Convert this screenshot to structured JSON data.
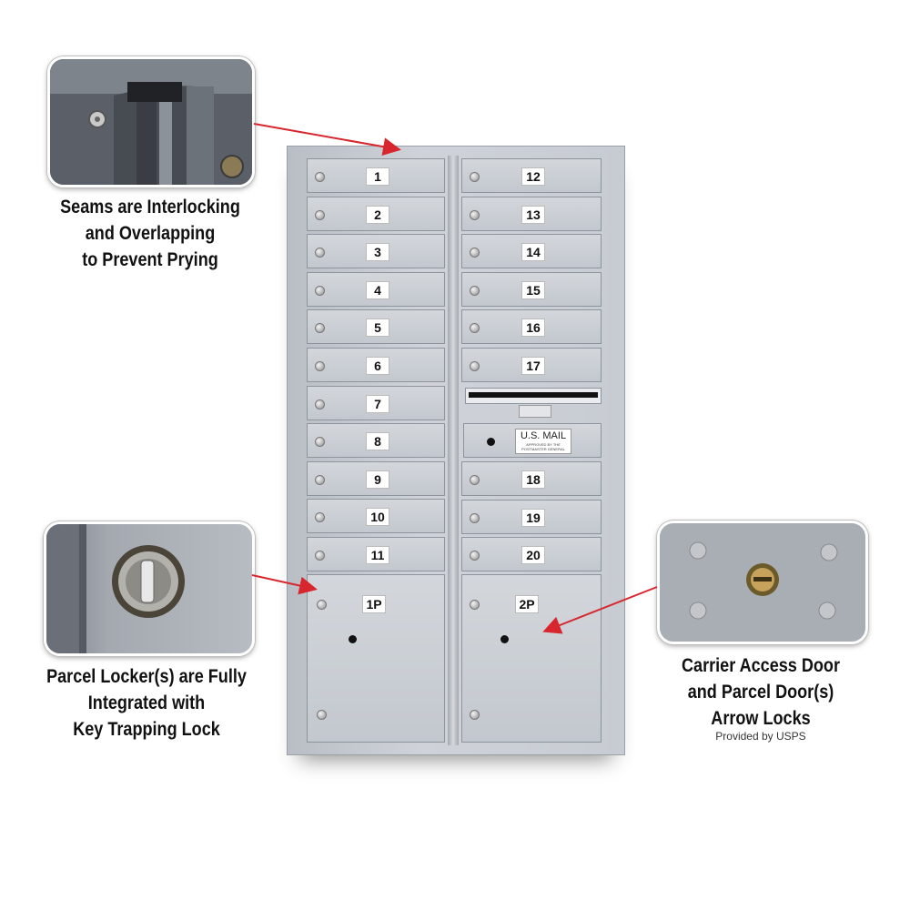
{
  "callouts": {
    "seams": {
      "lines": [
        "Seams are Interlocking",
        "and Overlapping",
        "to Prevent Prying"
      ]
    },
    "parcel": {
      "lines": [
        "Parcel Locker(s) are Fully",
        "Integrated with",
        "Key Trapping Lock"
      ]
    },
    "carrier": {
      "lines": [
        "Carrier Access Door",
        "and Parcel Door(s)",
        "Arrow Locks"
      ],
      "note": "Provided by USPS"
    }
  },
  "mailbox": {
    "left_doors": [
      "1",
      "2",
      "3",
      "4",
      "5",
      "6",
      "7",
      "8",
      "9",
      "10",
      "11"
    ],
    "right_top_doors": [
      "12",
      "13",
      "14",
      "15",
      "16",
      "17"
    ],
    "right_bottom_doors": [
      "18",
      "19",
      "20"
    ],
    "parcel_left": "1P",
    "parcel_right": "2P",
    "usmail_label": "U.S. MAIL",
    "usmail_subtext": "APPROVED BY THE POSTMASTER GENERAL"
  },
  "colors": {
    "arrow": "#d8262e",
    "frame": "#ffffff",
    "metal": "#c8ccd2"
  }
}
